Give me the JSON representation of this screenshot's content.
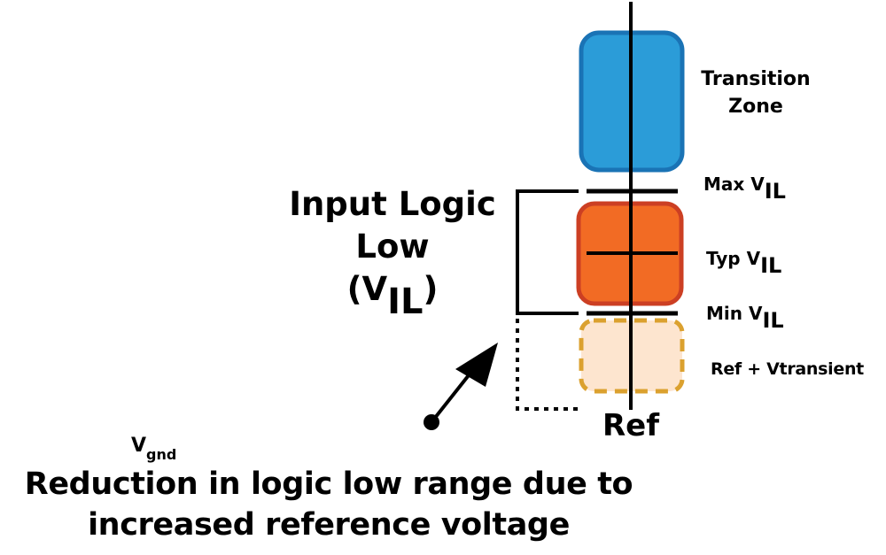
{
  "colors": {
    "transition_fill": "#2b9cd8",
    "transition_stroke": "#1a73b5",
    "vil_fill": "#f26b24",
    "vil_stroke": "#cc3f23",
    "transient_fill": "#fde5cf",
    "transient_stroke": "#dba12f",
    "line": "#000000"
  },
  "labels": {
    "transition_zone_line1": "Transition",
    "transition_zone_line2": "Zone",
    "max_vil_main": "Max V",
    "max_vil_sub": "IL",
    "typ_vil_main": "Typ V",
    "typ_vil_sub": "IL",
    "min_vil_main": "Min V",
    "min_vil_sub": "IL",
    "ref_transient": "Ref + Vtransient",
    "ref": "Ref",
    "input_logic_line1": "Input Logic",
    "input_logic_line2": "Low",
    "vil_open": "(V",
    "vil_sub": "IL",
    "vil_close": ")",
    "vgnd_main": "V",
    "vgnd_sub": "gnd",
    "caption_line1": "Reduction in logic low range due to",
    "caption_line2": "increased reference voltage"
  }
}
